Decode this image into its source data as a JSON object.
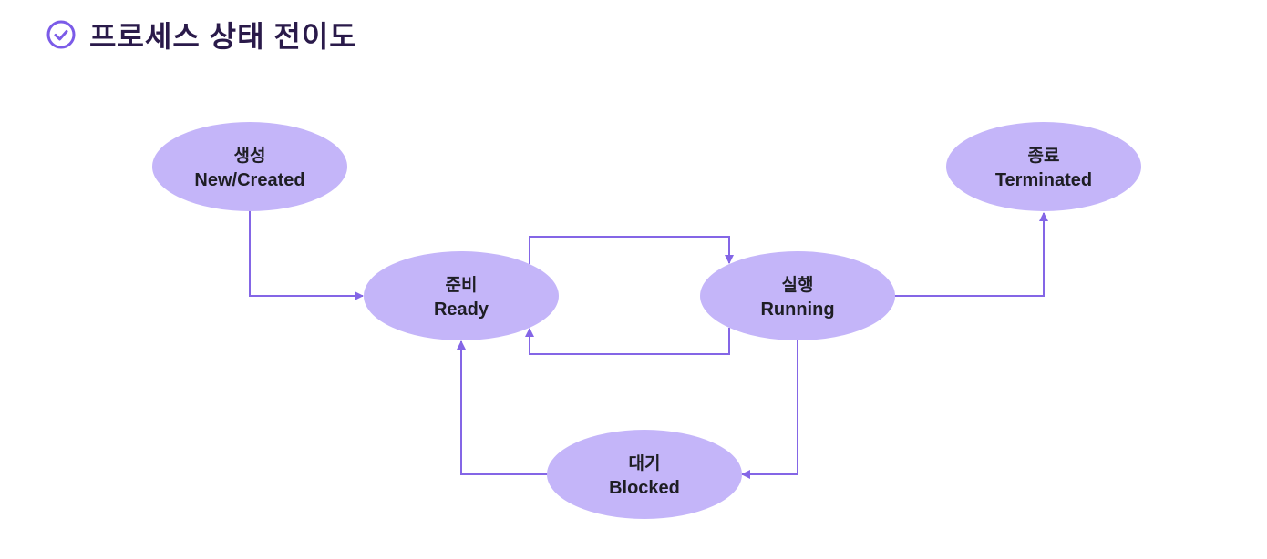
{
  "header": {
    "title": "프로세스 상태 전이도",
    "icon": "check-circle-icon",
    "accent_color": "#7b5be8"
  },
  "colors": {
    "node_fill": "#c4b5f9",
    "edge": "#8466e6"
  },
  "nodes": {
    "new": {
      "ko": "생성",
      "en": "New/Created"
    },
    "terminated": {
      "ko": "종료",
      "en": "Terminated"
    },
    "ready": {
      "ko": "준비",
      "en": "Ready"
    },
    "running": {
      "ko": "실행",
      "en": "Running"
    },
    "blocked": {
      "ko": "대기",
      "en": "Blocked"
    }
  },
  "edges": [
    {
      "from": "new",
      "to": "ready"
    },
    {
      "from": "ready",
      "to": "running"
    },
    {
      "from": "running",
      "to": "ready"
    },
    {
      "from": "running",
      "to": "terminated"
    },
    {
      "from": "running",
      "to": "blocked"
    },
    {
      "from": "blocked",
      "to": "ready"
    }
  ]
}
